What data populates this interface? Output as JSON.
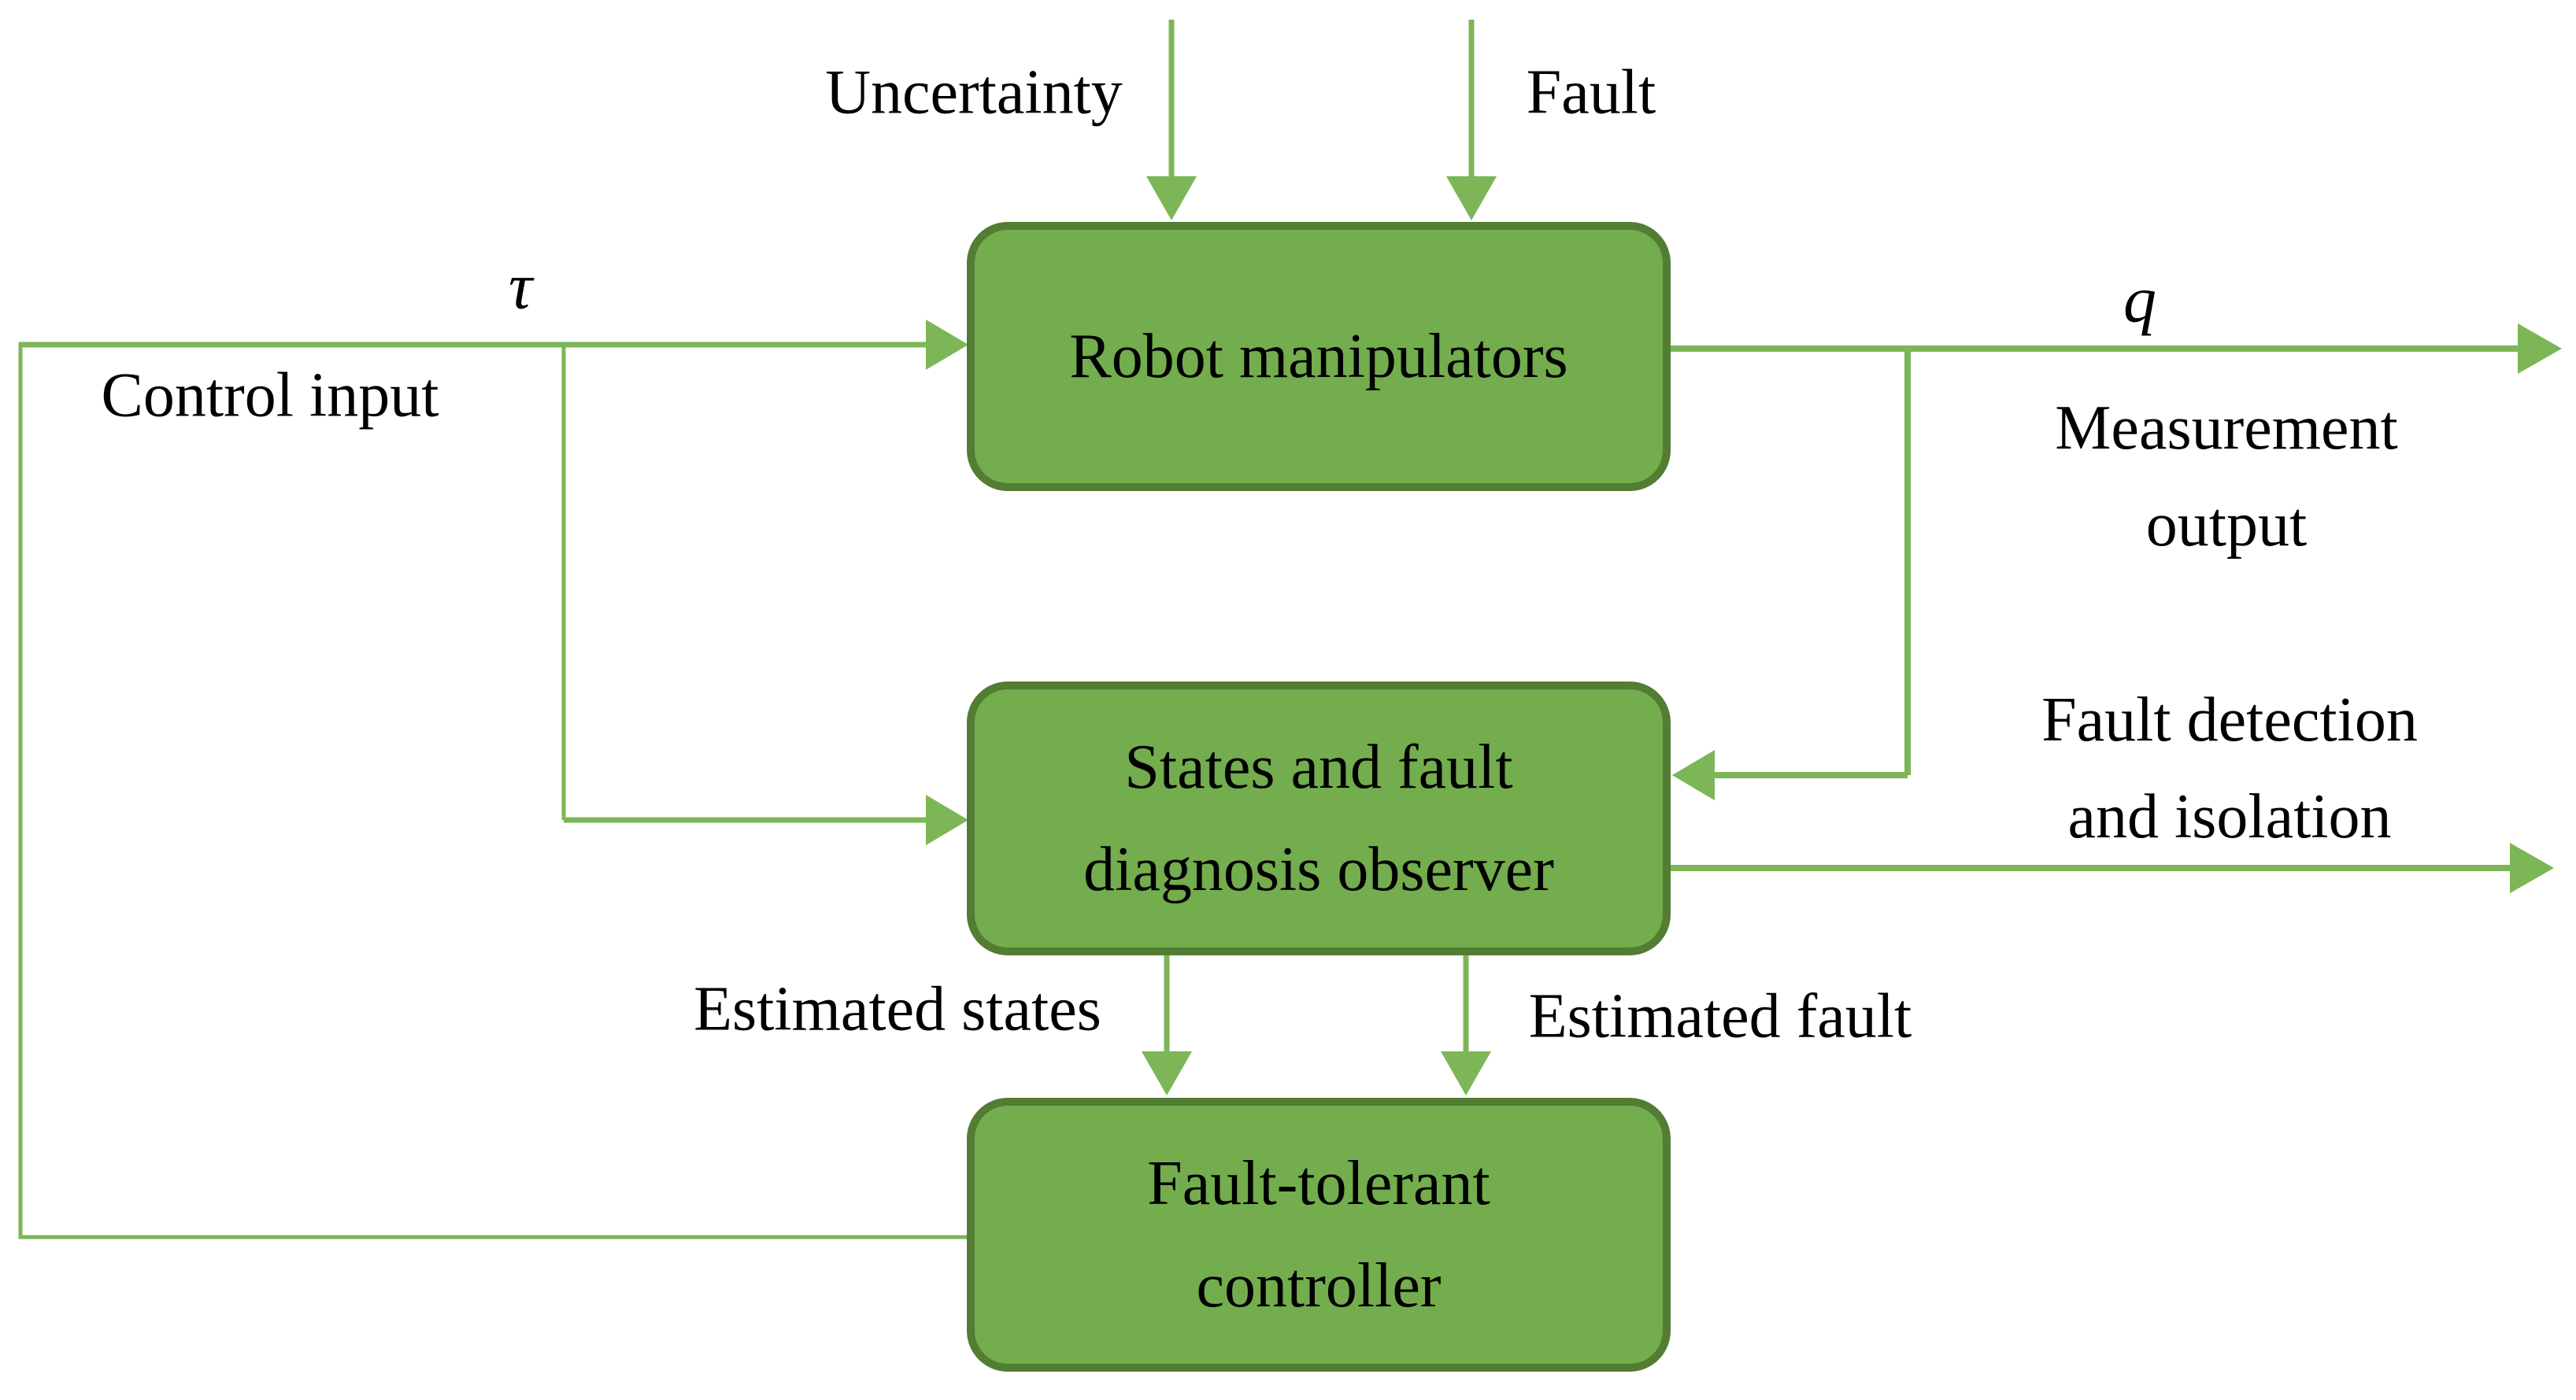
{
  "boxes": {
    "robot": {
      "label": "Robot manipulators"
    },
    "observer": {
      "line1": "States and fault",
      "line2": "diagnosis observer"
    },
    "controller": {
      "line1": "Fault-tolerant",
      "line2": "controller"
    }
  },
  "labels": {
    "uncertainty": "Uncertainty",
    "fault": "Fault",
    "tau": "τ",
    "control_input": "Control input",
    "q": "q",
    "measurement_output_line1": "Measurement",
    "measurement_output_line2": "output",
    "fault_detection_line1": "Fault detection",
    "fault_detection_line2": "and isolation",
    "estimated_states": "Estimated states",
    "estimated_fault": "Estimated fault"
  },
  "colors": {
    "line_color": "#7CB657",
    "box_fill": "#73AD4D",
    "box_border": "#527D33",
    "text_color": "#000000",
    "bg_color": "#FFFFFF"
  }
}
